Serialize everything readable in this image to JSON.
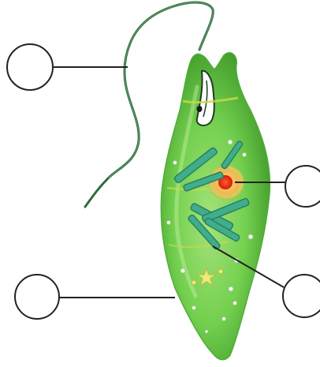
{
  "diagram": {
    "subject": "euglena",
    "label_slots": [
      {
        "id": "a",
        "text": ""
      },
      {
        "id": "b",
        "text": ""
      },
      {
        "id": "c",
        "text": ""
      },
      {
        "id": "d",
        "text": ""
      }
    ],
    "colors": {
      "body_fill": "#66cc44",
      "body_light": "#a5e27a",
      "body_dark": "#3f9a2a",
      "chloroplast": "#3fae8a",
      "chloroplast_edge": "#2c7f64",
      "nucleus_outer": "#f2c766",
      "nucleus_inner": "#ee2a14",
      "eyespot": "#d0c93a",
      "flagellum": "#2f6b3c",
      "leader": "#222222",
      "vacuole": "#f6fbf2",
      "reservoir": "#ffffff"
    }
  }
}
